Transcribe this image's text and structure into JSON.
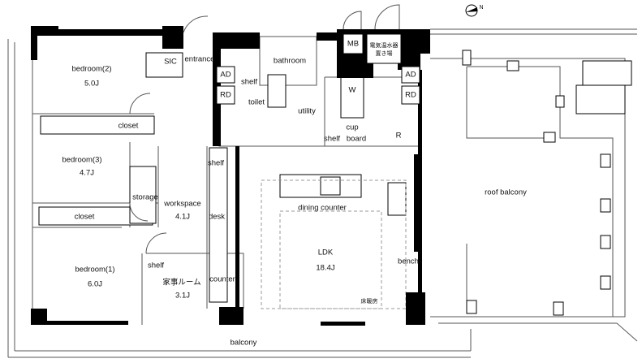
{
  "plan": {
    "rooms": {
      "bedroom2": {
        "name": "bedroom(2)",
        "size": "5.0J"
      },
      "bedroom3": {
        "name": "bedroom(3)",
        "size": "4.7J"
      },
      "bedroom1": {
        "name": "bedroom(1)",
        "size": "6.0J"
      },
      "workspace": {
        "name": "workspace",
        "size": "4.1J"
      },
      "kajiroom": {
        "name": "家事ルーム",
        "size": "3.1J"
      },
      "ldk": {
        "name": "LDK",
        "size": "18.4J"
      }
    },
    "labels": {
      "sic": "SIC",
      "entrance": "entrance",
      "bathroom": "bathroom",
      "mb": "MB",
      "water_heater_1": "電気温水器",
      "water_heater_2": "置き場",
      "ad": "AD",
      "rd": "RD",
      "shelf": "shelf",
      "toilet": "toilet",
      "utility": "utility",
      "w": "W",
      "cup": "cup",
      "board": "board",
      "r": "R",
      "closet": "closet",
      "storage": "storage",
      "desk": "desk",
      "dining_counter": "dining counter",
      "roof_balcony": "roof balcony",
      "counter": "counter",
      "floor_heating": "床暖房",
      "bench": "bench",
      "balcony": "balcony"
    },
    "compass": "N"
  }
}
